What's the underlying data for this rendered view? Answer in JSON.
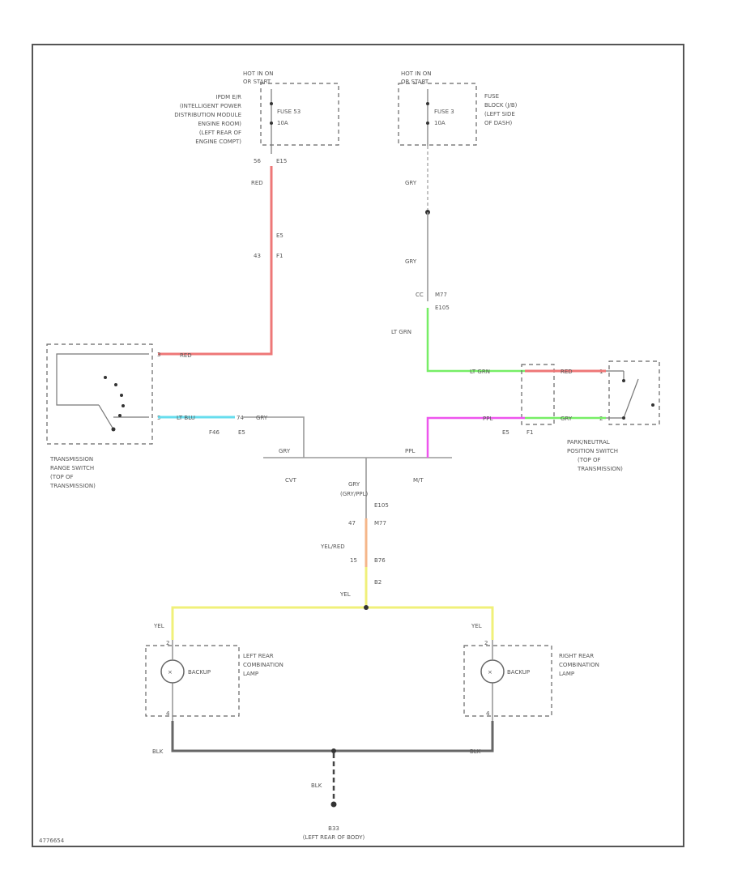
{
  "fuse_ipdm": {
    "hot": "HOT IN ON",
    "hot2": "OR START",
    "fuse": "FUSE 53",
    "amp": "10A",
    "title": [
      "IPDM E/R",
      "(INTELLIGENT POWER",
      "DISTRIBUTION MODULE",
      "ENGINE ROOM)",
      "(LEFT REAR OF",
      "ENGINE COMPT)"
    ],
    "pin": "56",
    "conn": "E15",
    "wire": "RED"
  },
  "fuse_block": {
    "hot": "HOT IN ON",
    "hot2": "OR START",
    "fuse": "FUSE 3",
    "amp": "10A",
    "title": [
      "FUSE",
      "BLOCK (J/B)",
      "(LEFT SIDE",
      "OF DASH)"
    ],
    "wire": "GRY"
  },
  "jc_left": {
    "conn": "E5",
    "pin": "43",
    "conn2": "F1"
  },
  "jc_right": {
    "wire": "GRY",
    "pin": "CC",
    "conn": "M77",
    "conn2": "E105",
    "wire2": "LT GRN"
  },
  "trs": {
    "name": [
      "TRANSMISSION",
      "RANGE SWITCH",
      "(TOP OF",
      "TRANSMISSION)"
    ],
    "pin_top": "3",
    "wire_top": "RED",
    "pin_bot": "5",
    "wire_bot": "LT BLU",
    "conn_pin": "74",
    "wire_conn": "GRY",
    "f46": "F46",
    "e5": "E5"
  },
  "pnp": {
    "name": [
      "PARK/NEUTRAL",
      "POSITION SWITCH",
      "(TOP OF",
      "TRANSMISSION)"
    ],
    "wire_top": "LT GRN",
    "wire_top2": "RED",
    "pin_top": "1",
    "wire_bot": "PPL",
    "wire_bot2": "GRY",
    "pin_bot": "2",
    "e5": "E5",
    "f1": "F1"
  },
  "join": {
    "left_wire": "GRY",
    "right_wire": "PPL",
    "cvt": "CVT",
    "mt": "M/T",
    "center_wire": "GRY",
    "center_wire2": "(GRY/PPL)",
    "conn": "E105",
    "pin": "47",
    "conn2": "M77",
    "wire3": "YEL/RED",
    "pin2": "15",
    "conn3": "B76",
    "pin3": "B2",
    "wire4": "YEL"
  },
  "left_lamp": {
    "wire": "YEL",
    "pin_top": "2",
    "bulb": "BACKUP",
    "name": [
      "LEFT REAR",
      "COMBINATION",
      "LAMP"
    ],
    "pin_bot": "4",
    "wire_bot": "BLK"
  },
  "right_lamp": {
    "wire": "YEL",
    "pin_top": "2",
    "bulb": "BACKUP",
    "name": [
      "RIGHT REAR",
      "COMBINATION",
      "LAMP"
    ],
    "pin_bot": "4",
    "wire_bot": "BLK"
  },
  "ground": {
    "wire": "BLK",
    "name": "B33",
    "location": "(LEFT REAR OF BODY)"
  },
  "footer_id": "4776654"
}
